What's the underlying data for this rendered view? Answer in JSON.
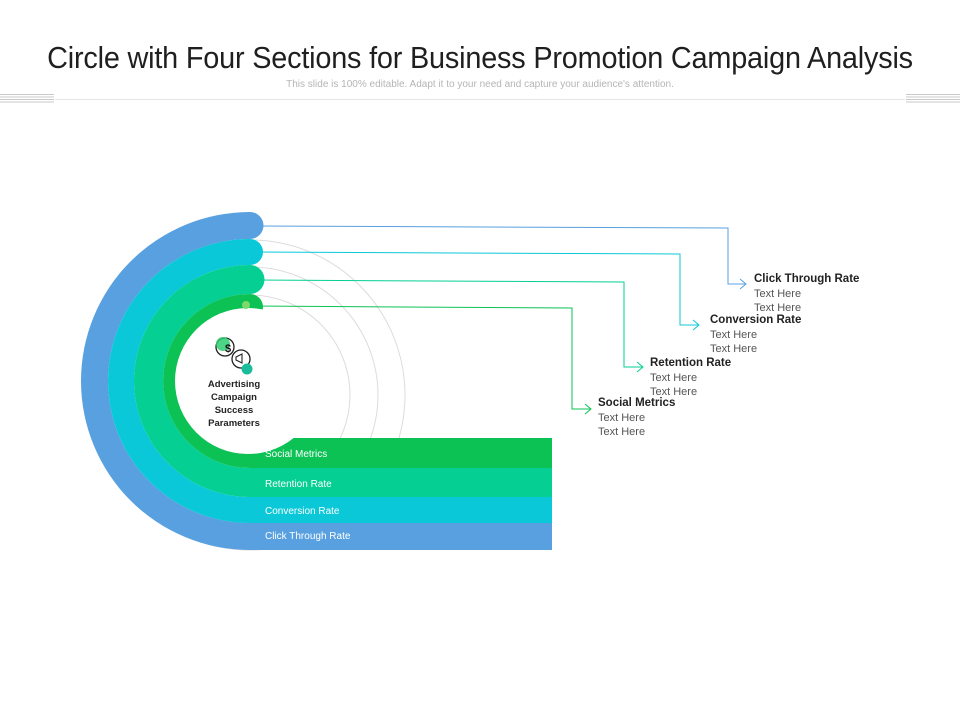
{
  "header": {
    "title": "Circle with Four Sections for Business Promotion Campaign Analysis",
    "subtitle": "This slide is 100% editable. Adapt it to your need and capture your audience's attention."
  },
  "center": {
    "lines": [
      "Advertising",
      "Campaign",
      "Success",
      "Parameters"
    ],
    "icon": "dollar-megaphone-chat-icon"
  },
  "sections": [
    {
      "name": "Click Through Rate",
      "color": "#58a0e0",
      "texts": [
        "Text Here",
        "Text Here"
      ]
    },
    {
      "name": "Conversion Rate",
      "color": "#0bc8d8",
      "texts": [
        "Text Here",
        "Text Here"
      ]
    },
    {
      "name": "Retention Rate",
      "color": "#05cf92",
      "texts": [
        "Text Here",
        "Text Here"
      ]
    },
    {
      "name": "Social Metrics",
      "color": "#0cc255",
      "texts": [
        "Text Here",
        "Text Here"
      ]
    }
  ]
}
